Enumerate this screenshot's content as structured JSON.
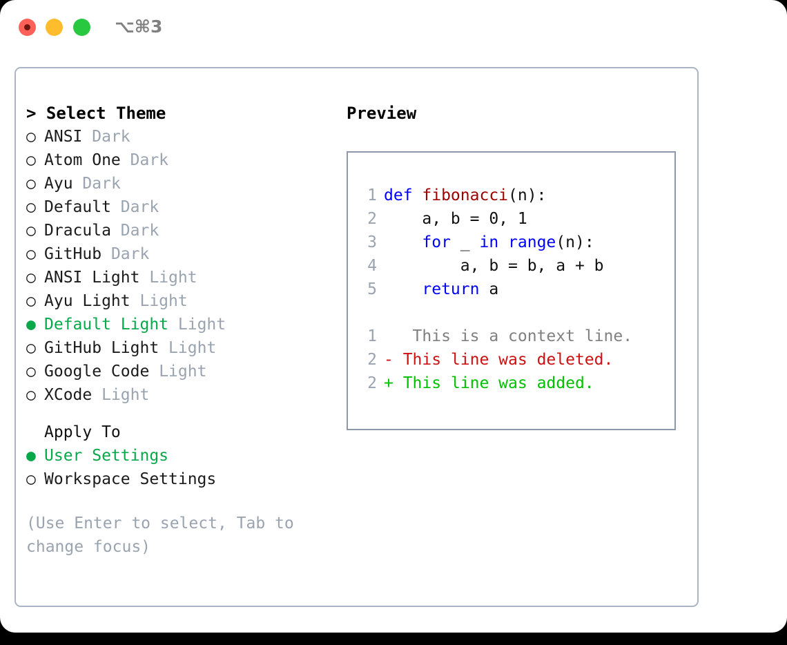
{
  "window": {
    "traffic_lights": [
      "close",
      "minimize",
      "maximize"
    ],
    "shortcut_label": "⌥⌘3",
    "colors": {
      "close": "#ff6159",
      "minimize": "#ffbd2e",
      "maximize": "#28c840",
      "panel_border": "#aab4c2",
      "preview_border": "#8d99ab",
      "accent_green": "#07a84a",
      "muted_gray": "#9aa3b0",
      "keyword_blue": "#0000ff",
      "function_red": "#9e0000",
      "diff_delete": "#cc1111",
      "diff_add": "#00c000"
    }
  },
  "theme_panel": {
    "header": "> Select Theme",
    "items": [
      {
        "marker": "○",
        "name": "ANSI",
        "kind": "Dark",
        "selected": false
      },
      {
        "marker": "○",
        "name": "Atom One",
        "kind": "Dark",
        "selected": false
      },
      {
        "marker": "○",
        "name": "Ayu",
        "kind": "Dark",
        "selected": false
      },
      {
        "marker": "○",
        "name": "Default",
        "kind": "Dark",
        "selected": false
      },
      {
        "marker": "○",
        "name": "Dracula",
        "kind": "Dark",
        "selected": false
      },
      {
        "marker": "○",
        "name": "GitHub",
        "kind": "Dark",
        "selected": false
      },
      {
        "marker": "○",
        "name": "ANSI Light",
        "kind": "Light",
        "selected": false
      },
      {
        "marker": "○",
        "name": "Ayu Light",
        "kind": "Light",
        "selected": false
      },
      {
        "marker": "●",
        "name": "Default Light",
        "kind": "Light",
        "selected": true
      },
      {
        "marker": "○",
        "name": "GitHub Light",
        "kind": "Light",
        "selected": false
      },
      {
        "marker": "○",
        "name": "Google Code",
        "kind": "Light",
        "selected": false
      },
      {
        "marker": "○",
        "name": "XCode",
        "kind": "Light",
        "selected": false
      }
    ]
  },
  "apply_to": {
    "header": "Apply To",
    "options": [
      {
        "marker": "●",
        "label": "User Settings",
        "selected": true
      },
      {
        "marker": "○",
        "label": "Workspace Settings",
        "selected": false
      }
    ]
  },
  "hint": "(Use Enter to select, Tab to change focus)",
  "preview": {
    "title": "Preview",
    "code_lines": [
      {
        "no": "1",
        "tokens": [
          {
            "t": "def ",
            "c": "kw"
          },
          {
            "t": "fibonacci",
            "c": "fn"
          },
          {
            "t": "(n):",
            "c": "plain"
          }
        ]
      },
      {
        "no": "2",
        "tokens": [
          {
            "t": "    a, b = 0, 1",
            "c": "plain"
          }
        ]
      },
      {
        "no": "3",
        "tokens": [
          {
            "t": "    ",
            "c": "plain"
          },
          {
            "t": "for",
            "c": "kw"
          },
          {
            "t": " _ ",
            "c": "plain"
          },
          {
            "t": "in",
            "c": "kw"
          },
          {
            "t": " ",
            "c": "plain"
          },
          {
            "t": "range",
            "c": "kw"
          },
          {
            "t": "(n):",
            "c": "plain"
          }
        ]
      },
      {
        "no": "4",
        "tokens": [
          {
            "t": "        a, b = b, a + b",
            "c": "plain"
          }
        ]
      },
      {
        "no": "5",
        "tokens": [
          {
            "t": "    ",
            "c": "plain"
          },
          {
            "t": "return",
            "c": "kw"
          },
          {
            "t": " a",
            "c": "plain"
          }
        ]
      }
    ],
    "diff_lines": [
      {
        "no": "1",
        "sign": " ",
        "text": "  This is a context line.",
        "kind": "ctx"
      },
      {
        "no": "2",
        "sign": "-",
        "text": " This line was deleted.",
        "kind": "del"
      },
      {
        "no": "2",
        "sign": "+",
        "text": " This line was added.",
        "kind": "add"
      }
    ]
  }
}
